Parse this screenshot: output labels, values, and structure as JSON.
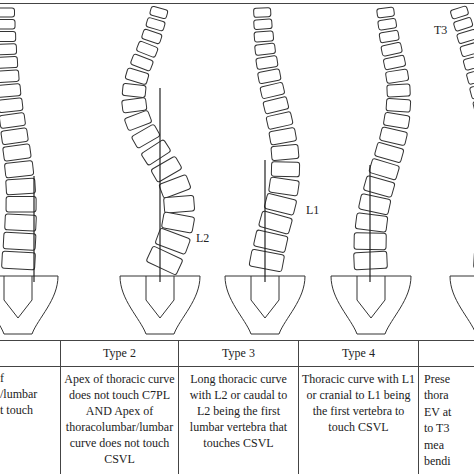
{
  "diagram": {
    "labels": [
      "T3",
      "L2",
      "L1",
      "f",
      "/lumbar",
      "t touch",
      "Type 2",
      "Type 3",
      "Type 4",
      "Apex of thoracic curve does not touch C7PL AND Apex of thoracolumbar/lumbar curve does not touch CSVL",
      "Long thoracic curve with L2 or caudal to L2 being the first lumbar vertebra that touches CSVL",
      "Thoracic curve with L1 or cranial to L1 being the first vertebra to touch CSVL",
      "Prese",
      "thora",
      "EV at",
      "to T3",
      "mea",
      "bendi"
    ]
  }
}
